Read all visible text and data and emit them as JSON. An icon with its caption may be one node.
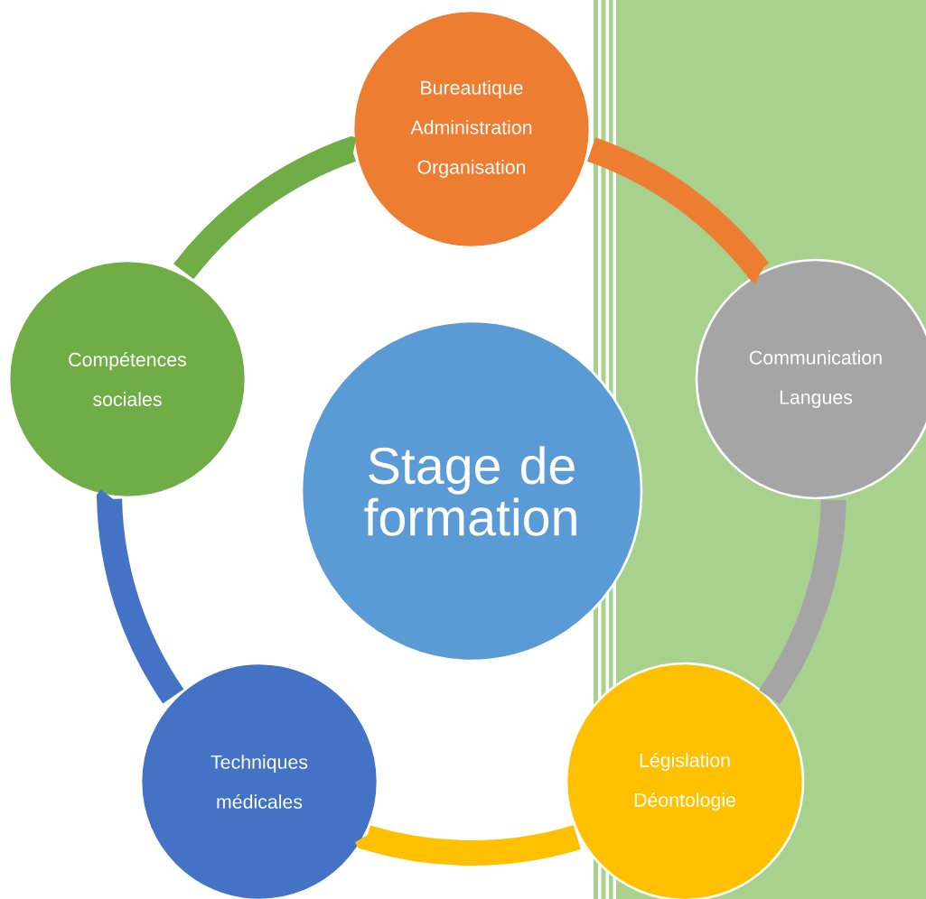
{
  "diagram": {
    "nodes": [
      {
        "text": [
          "Stage de formation"
        ]
      },
      {
        "text": [
          "Bureautique Administration Organisation"
        ]
      },
      {
        "text": [
          "Communication Langues"
        ]
      },
      {
        "text": [
          "Législation Déontologie"
        ]
      },
      {
        "text": [
          "Techniques médicales"
        ]
      },
      {
        "text": [
          "Compétences sociales"
        ]
      }
    ],
    "edges": [
      {
        "from": 1,
        "to": 2,
        "arrow": "none",
        "color": "#ed7d31"
      },
      {
        "from": 2,
        "to": 3,
        "arrow": "none",
        "color": "#a5a5a5"
      },
      {
        "from": 3,
        "to": 4,
        "arrow": "none",
        "color": "#ffc000"
      },
      {
        "from": 4,
        "to": 5,
        "arrow": "none",
        "color": "#4472c4"
      },
      {
        "from": 5,
        "to": 1,
        "arrow": "none",
        "color": "#70ad47"
      }
    ]
  }
}
